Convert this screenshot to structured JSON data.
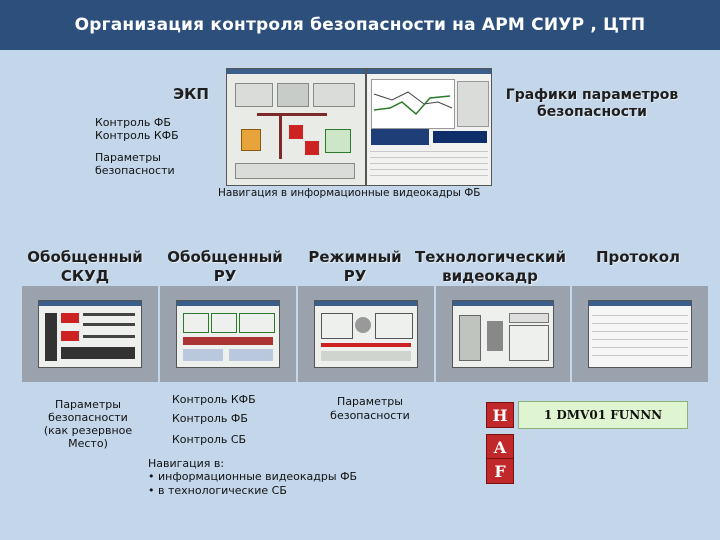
{
  "title": "Организация контроля безопасности на АРМ СИУР , ЦТП",
  "top": {
    "ekp": "ЭКП",
    "graphs": [
      "Графики параметров",
      "безопасности"
    ],
    "fb_lines": [
      "Контроль ФБ",
      "Контроль КФБ"
    ],
    "params": [
      "Параметры",
      "безопасности"
    ],
    "nav": "Навигация в информационные видеокадры ФБ"
  },
  "columns": [
    {
      "label": [
        "Обобщенный",
        "СКУД"
      ]
    },
    {
      "label": [
        "Обобщенный",
        "РУ"
      ]
    },
    {
      "label": [
        "Режимный",
        "РУ"
      ]
    },
    {
      "label": [
        "Технологический",
        "видеокадр"
      ]
    },
    {
      "label": [
        "Протокол"
      ]
    }
  ],
  "bottom": {
    "skud_notes": [
      "Параметры",
      "безопасности",
      "(как резервное",
      "Место)"
    ],
    "ru_notes": [
      "Контроль КФБ",
      "Контроль ФБ",
      "Контроль СБ"
    ],
    "nav_title": "Навигация в:",
    "nav_items": [
      "• информационные видеокадры ФБ",
      "• в технологические СБ"
    ],
    "regime_notes": [
      "Параметры",
      "безопасности"
    ],
    "boxes": [
      "Н",
      "А",
      "F"
    ],
    "code": "1 DMV01 FUNNN"
  },
  "colors": {
    "title_bg": "#2c4f7c",
    "background": "#c3d6ea",
    "box_red": "#c0282a",
    "code_bg": "#dff5d2"
  }
}
